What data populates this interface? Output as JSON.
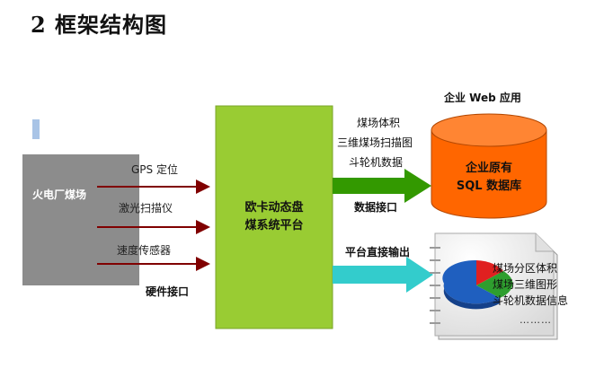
{
  "title": "2  框架结构图",
  "plant": {
    "label": "火电厂煤场"
  },
  "sources": [
    "GPS 定位",
    "激光扫描仪",
    "速度传感器"
  ],
  "hardware_interface": "硬件接口",
  "platform": {
    "line1": "欧卡动态盘",
    "line2": "煤系统平台"
  },
  "data_out": [
    "煤场体积",
    "三维煤场扫描图",
    "斗轮机数据"
  ],
  "data_interface": "数据接口",
  "direct_output": "平台直接输出",
  "enterprise_web": "企业 Web 应用",
  "database": {
    "line1": "企业原有",
    "line2": "SQL 数据库"
  },
  "report": {
    "line1": "煤场分区体积",
    "line2": "煤场三维图形",
    "line3": "斗轮机数据信息",
    "more": "………"
  },
  "colors": {
    "platform": "#99cc33",
    "database": "#ff6600",
    "plant": "#8c8c8c",
    "arrow_green": "#339900",
    "arrow_cyan": "#33cccc",
    "arrow_red": "#800000"
  }
}
